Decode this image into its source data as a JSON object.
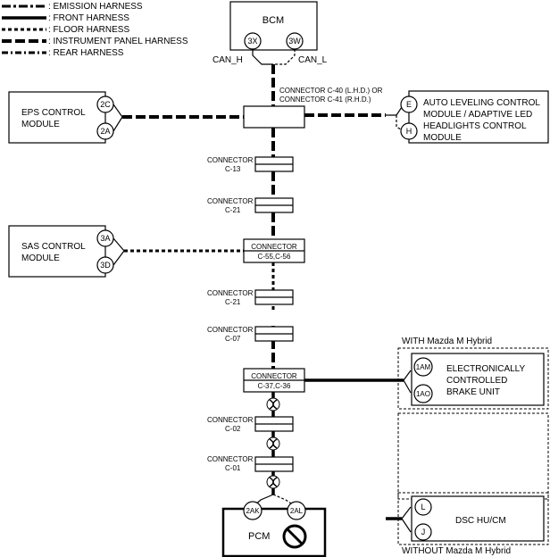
{
  "legend": [
    {
      "style": "emi",
      "label": ": EMISSION HARNESS"
    },
    {
      "style": "front",
      "label": ": FRONT HARNESS"
    },
    {
      "style": "floor",
      "label": ": FLOOR HARNESS"
    },
    {
      "style": "ip",
      "label": ": INSTRUMENT PANEL HARNESS"
    },
    {
      "style": "rear",
      "label": ": REAR HARNESS"
    }
  ],
  "bcm": {
    "label": "BCM",
    "pin_left": "3X",
    "pin_right": "3W",
    "can_h": "CAN_H",
    "can_l": "CAN_L"
  },
  "c40": {
    "line1": "CONNECTOR C-40 (L.H.D.) OR",
    "line2": "CONNECTOR C-41 (R.H.D.)"
  },
  "eps": {
    "line1": "EPS CONTROL",
    "line2": "MODULE",
    "pin_top": "2C",
    "pin_bottom": "2A"
  },
  "alc": {
    "line1": "AUTO LEVELING CONTROL",
    "line2": "MODULE / ADAPTIVE LED",
    "line3": "HEADLIGHTS CONTROL",
    "line4": "MODULE",
    "pin_top": "E",
    "pin_bottom": "H"
  },
  "c13": {
    "line1": "CONNECTOR",
    "line2": "C-13"
  },
  "c21a": {
    "line1": "CONNECTOR",
    "line2": "C-21"
  },
  "sas": {
    "line1": "SAS CONTROL",
    "line2": "MODULE",
    "pin_top": "3A",
    "pin_bottom": "3D"
  },
  "c55": {
    "line1": "CONNECTOR",
    "line2": "C-55,C-56"
  },
  "c21b": {
    "line1": "CONNECTOR",
    "line2": "C-21"
  },
  "c07": {
    "line1": "CONNECTOR",
    "line2": "C-07"
  },
  "c37": {
    "line1": "CONNECTOR",
    "line2": "C-37,C-36"
  },
  "with_hybrid": "WITH Mazda M Hybrid",
  "without_hybrid": "WITHOUT Mazda M Hybrid",
  "ecbu": {
    "line1": "ELECTRONICALLY",
    "line2": "CONTROLLED",
    "line3": "BRAKE UNIT",
    "pin_top": "1AM",
    "pin_bottom": "1AO"
  },
  "dsc": {
    "label": "DSC HU/CM",
    "pin_top": "L",
    "pin_bottom": "J"
  },
  "c02": {
    "line1": "CONNECTOR",
    "line2": "C-02"
  },
  "c01": {
    "line1": "CONNECTOR",
    "line2": "C-01"
  },
  "pcm": {
    "label": "PCM",
    "pin_left": "2AK",
    "pin_right": "2AL"
  }
}
